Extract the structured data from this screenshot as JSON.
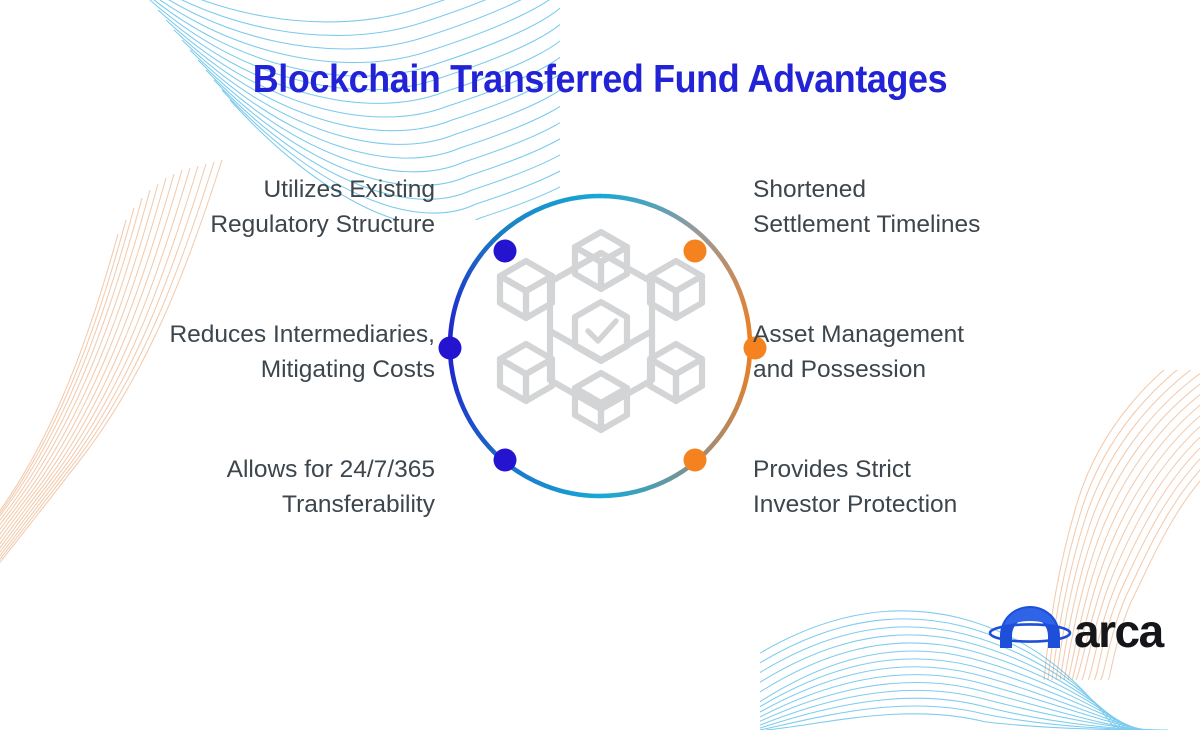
{
  "title": "Blockchain Transferred Fund Advantages",
  "brand": {
    "name": "arca",
    "logo_mark": "arch-ellipse-icon",
    "primary_blue": "#1e4fd8",
    "text_black": "#14161a"
  },
  "theme": {
    "title_color": "#2222d6",
    "label_color": "#3d464c",
    "ring_blue": "#2020cc",
    "ring_cyan": "#17a8d6",
    "ring_gray": "#9a9a9a",
    "ring_orange": "#f07d1c",
    "dot_blue": "#2413cf",
    "dot_orange": "#f4821f",
    "icon_gray": "#d3d4d6",
    "deco_cyan": "#29abe2",
    "deco_orange": "#e8a06a",
    "background": "#ffffff"
  },
  "center_icon": {
    "name": "blockchain-network-icon",
    "description": "hexagonal lattice of six cubes around a central hexagon",
    "center_glyph": "check-icon",
    "cube_count": 6
  },
  "advantages": {
    "left": [
      {
        "id": "utilizes-existing-regulatory-structure",
        "text": "Utilizes Existing\nRegulatory Structure",
        "dot_color": "#2413cf",
        "dot_name": "node-dot-left-top"
      },
      {
        "id": "reduces-intermediaries-mitigating-costs",
        "text": "Reduces Intermediaries,\nMitigating Costs",
        "dot_color": "#2413cf",
        "dot_name": "node-dot-left-middle"
      },
      {
        "id": "allows-for-24-7-365-transferability",
        "text": "Allows for 24/7/365\nTransferability",
        "dot_color": "#2413cf",
        "dot_name": "node-dot-left-bottom"
      }
    ],
    "right": [
      {
        "id": "shortened-settlement-timelines",
        "text": "Shortened\nSettlement Timelines",
        "dot_color": "#f4821f",
        "dot_name": "node-dot-right-top"
      },
      {
        "id": "asset-management-and-possession",
        "text": "Asset Management\nand Possession",
        "dot_color": "#f4821f",
        "dot_name": "node-dot-right-middle"
      },
      {
        "id": "provides-strict-investor-protection",
        "text": "Provides Strict\nInvestor Protection",
        "dot_color": "#f4821f",
        "dot_name": "node-dot-right-bottom"
      }
    ]
  }
}
